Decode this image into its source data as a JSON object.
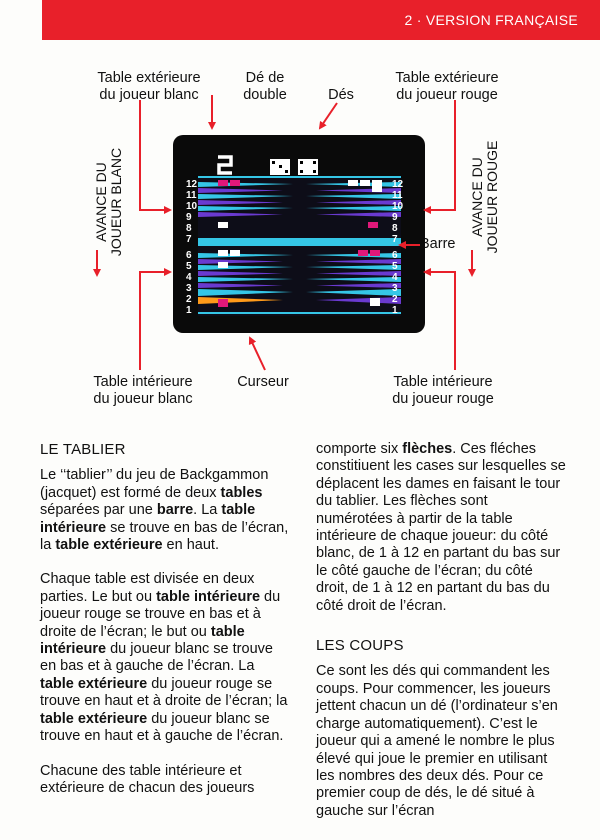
{
  "header": {
    "text": "2 · VERSION FRANÇAISE"
  },
  "diagram": {
    "labels": {
      "outer_white": [
        "Table extérieure",
        "du joueur blanc"
      ],
      "double_die": [
        "Dé de",
        "double"
      ],
      "dice": "Dés",
      "outer_red": [
        "Table extérieure",
        "du joueur rouge"
      ],
      "advance_white": [
        "AVANCE DU",
        "JOUEUR BLANC"
      ],
      "advance_red": [
        "AVANCE DU",
        "JOUEUR ROUGE"
      ],
      "bar": "Barre",
      "inner_white": [
        "Table intérieure",
        "du joueur blanc"
      ],
      "cursor": "Curseur",
      "inner_red": [
        "Table intérieure",
        "du joueur rouge"
      ]
    },
    "screen": {
      "double_value": "2",
      "left_numbers": [
        "12",
        "11",
        "10",
        "9",
        "8",
        "7",
        "6",
        "5",
        "4",
        "3",
        "2",
        "1"
      ],
      "right_numbers": [
        "12",
        "11",
        "10",
        "9",
        "8",
        "7",
        "6",
        "5",
        "4",
        "3",
        "2",
        "1"
      ],
      "colors": {
        "accent": "#e8202a",
        "cyan": "#35c6e6",
        "purple": "#6a3ad0",
        "orange": "#ff9a1a",
        "pink": "#e0187a"
      }
    }
  },
  "left_column": {
    "heading": "LE TABLIER",
    "p1": [
      {
        "t": "Le ‘‘tablier’’ du jeu de Backgammon (jacquet) est formé de deux "
      },
      {
        "t": "tables",
        "b": true
      },
      {
        "t": " séparées par une "
      },
      {
        "t": "barre",
        "b": true
      },
      {
        "t": ". La "
      },
      {
        "t": "table intérieure",
        "b": true
      },
      {
        "t": " se trouve en bas de l’écran, la "
      },
      {
        "t": "table extérieure",
        "b": true
      },
      {
        "t": " en haut."
      }
    ],
    "p2": [
      {
        "t": "Chaque table est divisée en deux parties. Le but ou "
      },
      {
        "t": "table intérieure",
        "b": true
      },
      {
        "t": " du joueur rouge se trouve en bas et à droite de l’écran; le but ou "
      },
      {
        "t": "table intérieure",
        "b": true
      },
      {
        "t": " du joueur blanc se trouve en bas et à gauche de l’écran. La "
      },
      {
        "t": "table extérieure",
        "b": true
      },
      {
        "t": " du joueur rouge se trouve en haut et à droite de l’écran; la "
      },
      {
        "t": "table extérieure",
        "b": true
      },
      {
        "t": " du joueur blanc se trouve en haut et à gauche de l’écran."
      }
    ],
    "p3": "Chacune des table intérieure et extérieure de chacun des joueurs"
  },
  "right_column": {
    "p1": [
      {
        "t": "comporte six "
      },
      {
        "t": "flèches",
        "b": true
      },
      {
        "t": ". Ces fléches constitiuent les cases sur lesquelles se déplacent les dames en faisant le tour du tablier. Les flèches sont numérotées à partir de la table intérieure de chaque joueur: du côté blanc, de 1 à 12 en partant du bas sur le côté gauche de l’écran; du côté droit, de 1 à 12 en partant du bas du côté droit de l’écran."
      }
    ],
    "heading": "LES COUPS",
    "p2": "Ce sont les dés qui commandent les coups. Pour commencer, les joueurs jettent chacun un dé (l’ordinateur s’en charge automatiquement). C’est le joueur qui a amené le nombre le plus élevé qui joue le premier en utilisant les nombres des deux dés. Pour ce premier coup de dés, le dé situé à gauche sur l’écran"
  }
}
